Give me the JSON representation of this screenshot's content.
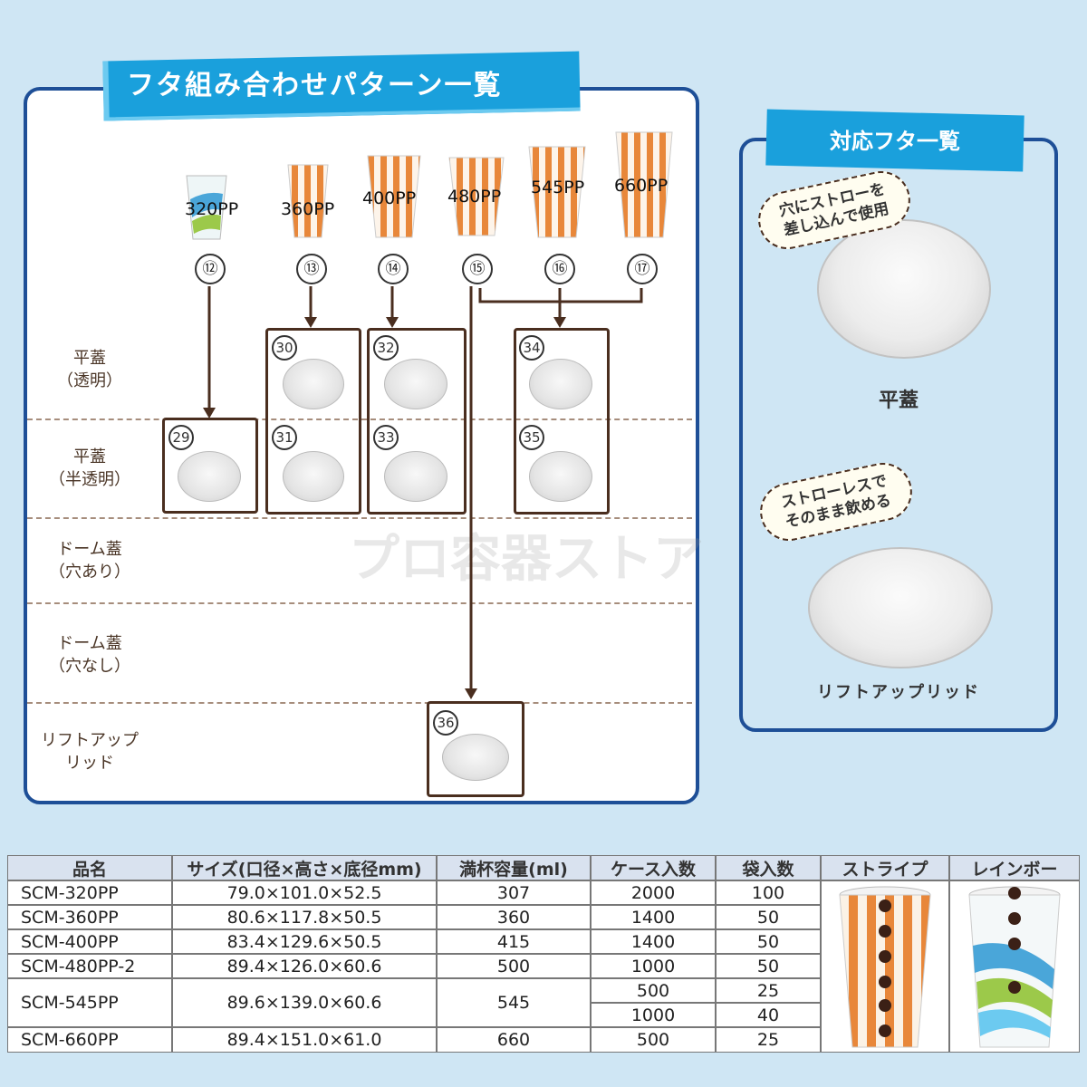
{
  "main": {
    "title": "フタ組み合わせパターン一覧",
    "watermark": "プロ容器ストア",
    "cups": [
      {
        "label": "320PP",
        "num": "⑫"
      },
      {
        "label": "360PP",
        "num": "⑬"
      },
      {
        "label": "400PP",
        "num": "⑭"
      },
      {
        "label": "480PP",
        "num": "⑮"
      },
      {
        "label": "545PP",
        "num": "⑯"
      },
      {
        "label": "660PP",
        "num": "⑰"
      }
    ],
    "rows": [
      {
        "line1": "平蓋",
        "line2": "（透明）"
      },
      {
        "line1": "平蓋",
        "line2": "（半透明）"
      },
      {
        "line1": "ドーム蓋",
        "line2": "（穴あり）"
      },
      {
        "line1": "ドーム蓋",
        "line2": "（穴なし）"
      },
      {
        "line1": "リフトアップ",
        "line2": "リッド"
      }
    ],
    "lids": [
      "30",
      "32",
      "34",
      "29",
      "31",
      "33",
      "35",
      "36"
    ]
  },
  "side": {
    "title": "対応フタ一覧",
    "bubble1_line1": "穴にストローを",
    "bubble1_line2": "差し込んで使用",
    "lid1_label": "平蓋",
    "bubble2_line1": "ストローレスで",
    "bubble2_line2": "そのまま飲める",
    "lid2_label": "リフトアップリッド"
  },
  "table": {
    "headers": [
      "品名",
      "サイズ(口径×高さ×底径mm)",
      "満杯容量(ml)",
      "ケース入数",
      "袋入数",
      "ストライプ",
      "レインボー"
    ],
    "rows": [
      {
        "name": "SCM-320PP",
        "size": "79.0×101.0×52.5",
        "vol": "307",
        "case": "2000",
        "bag": "100"
      },
      {
        "name": "SCM-360PP",
        "size": "80.6×117.8×50.5",
        "vol": "360",
        "case": "1400",
        "bag": "50"
      },
      {
        "name": "SCM-400PP",
        "size": "83.4×129.6×50.5",
        "vol": "415",
        "case": "1400",
        "bag": "50"
      },
      {
        "name": "SCM-480PP-2",
        "size": "89.4×126.0×60.6",
        "vol": "500",
        "case": "1000",
        "bag": "50"
      },
      {
        "name": "SCM-545PP",
        "size": "89.6×139.0×60.6",
        "vol": "545",
        "case": "500",
        "bag": "25"
      },
      {
        "name": "",
        "size": "",
        "vol": "",
        "case": "1000",
        "bag": "40"
      },
      {
        "name": "SCM-660PP",
        "size": "89.4×151.0×61.0",
        "vol": "660",
        "case": "500",
        "bag": "25"
      }
    ]
  },
  "colors": {
    "navy": "#1e4f97",
    "banner": "#1aa0dc",
    "brown": "#4a2e1f",
    "orange": "#e8873a",
    "background": "#cfe6f4"
  }
}
